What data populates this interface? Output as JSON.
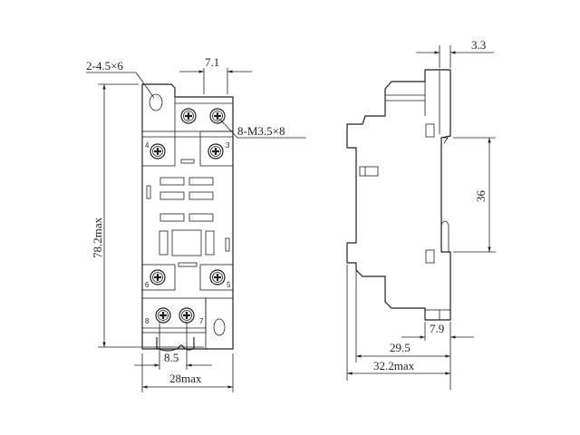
{
  "front_view": {
    "hole_callout": "2-4.5×6",
    "screw_callout": "8-M3.5×8",
    "pitch_top": "7.1",
    "height": "78.2max",
    "pitch_bottom": "8.5",
    "width": "28max",
    "terminals": [
      "4",
      "3",
      "6",
      "5",
      "8",
      "7"
    ]
  },
  "side_view": {
    "rail_lip": "3.3",
    "rail_height": "36",
    "foot": "7.9",
    "depth": "29.5",
    "depth_max": "32.2max"
  }
}
